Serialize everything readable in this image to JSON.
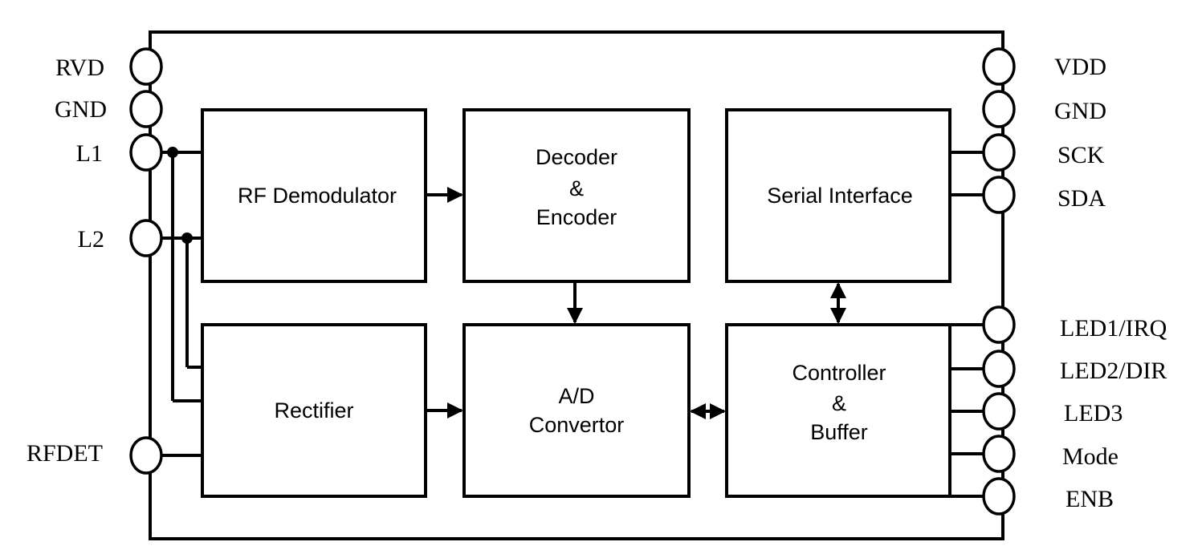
{
  "pins_left": {
    "rvd": "RVD",
    "gnd": "GND",
    "l1": "L1",
    "l2": "L2",
    "rfdet": "RFDET"
  },
  "pins_right": {
    "vdd": "VDD",
    "gnd": "GND",
    "sck": "SCK",
    "sda": "SDA",
    "led1": "LED1/IRQ",
    "led2": "LED2/DIR",
    "led3": "LED3",
    "mode": "Mode",
    "enb": "ENB"
  },
  "blocks": {
    "rf_demodulator": [
      "RF Demodulator"
    ],
    "decoder_encoder": [
      "Decoder",
      "&",
      "Encoder"
    ],
    "serial_interface": [
      "Serial Interface"
    ],
    "rectifier": [
      "Rectifier"
    ],
    "ad_convertor": [
      "A/D",
      "Convertor"
    ],
    "controller_buffer": [
      "Controller",
      "&",
      "Buffer"
    ]
  }
}
